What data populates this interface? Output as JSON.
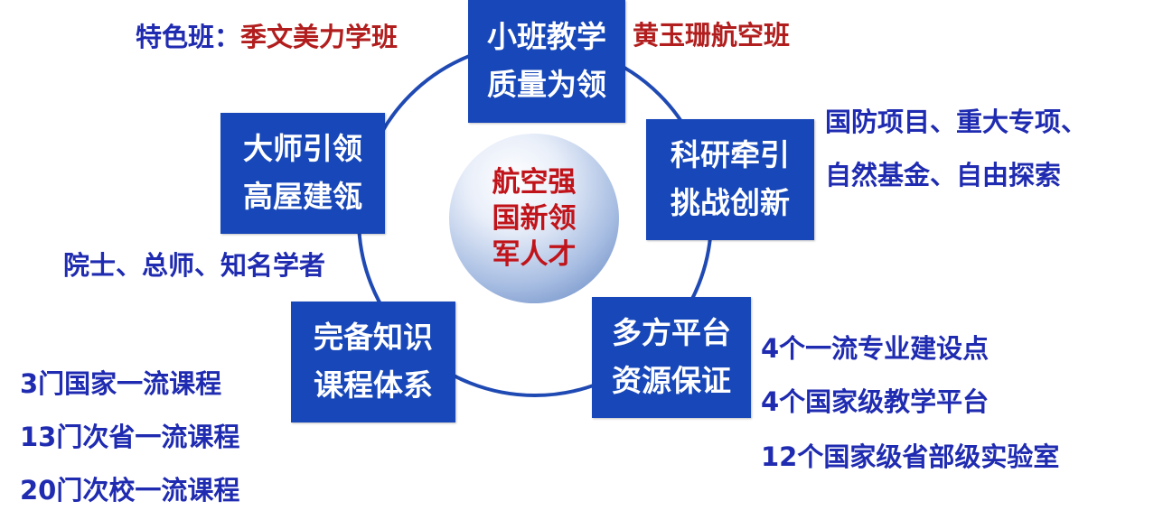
{
  "colors": {
    "box_bg": "#1747b8",
    "box_text": "#ffffff",
    "note_text": "#1f2bb0",
    "red_text": "#b21e1e",
    "ring": "#1f49b3"
  },
  "center": {
    "lines": [
      "航空强",
      "国新领",
      "军人才"
    ]
  },
  "top": {
    "box": [
      "小班教学",
      "质量为领"
    ],
    "label": "特色班：",
    "left_class": "季文美力学班",
    "right_class": "黄玉珊航空班"
  },
  "top_left": {
    "box": [
      "大师引领",
      "高屋建瓴"
    ],
    "note": "院士、总师、知名学者"
  },
  "right": {
    "box": [
      "科研牵引",
      "挑战创新"
    ],
    "notes": [
      "国防项目、重大专项、",
      "自然基金、自由探索"
    ]
  },
  "bottom_left": {
    "box": [
      "完备知识",
      "课程体系"
    ],
    "notes": [
      "3门国家一流课程",
      "13门次省一流课程",
      "20门次校一流课程"
    ]
  },
  "bottom_right": {
    "box": [
      "多方平台",
      "资源保证"
    ],
    "notes": [
      "4个一流专业建设点",
      "4个国家级教学平台",
      "12个国家级省部级实验室"
    ]
  }
}
